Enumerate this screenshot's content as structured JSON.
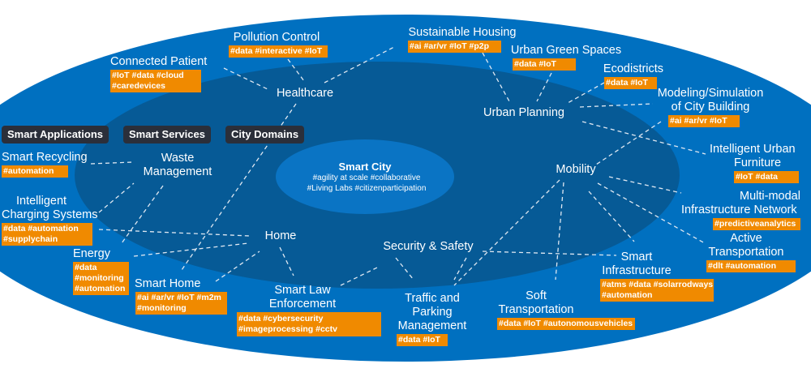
{
  "colors": {
    "outer": "#0070c0",
    "inner": "#065a96",
    "core": "#0a74c4",
    "tag": "#f08a00",
    "pill": "#2b2f3a"
  },
  "pills": {
    "partial": "Smart Applications",
    "services": "Smart Services",
    "domains": "City Domains"
  },
  "core": {
    "title": "Smart City",
    "tags1": "#agility at scale #collaborative",
    "tags2": "#Living Labs #citizenparticipation"
  },
  "domains": {
    "healthcare": "Healthcare",
    "urban_planning": "Urban Planning",
    "waste": [
      "Waste",
      "Management"
    ],
    "mobility": "Mobility",
    "home": "Home",
    "security": "Security & Safety"
  },
  "services": {
    "pollution": {
      "name": "Pollution Control",
      "tags": [
        "#data #interactive #IoT"
      ]
    },
    "housing": {
      "name": "Sustainable Housing",
      "tags": [
        "#ai #ar/vr #IoT #p2p"
      ]
    },
    "green": {
      "name": "Urban Green Spaces",
      "tags": [
        "#data #IoT"
      ]
    },
    "patient": {
      "name": "Connected Patient",
      "tags": [
        "#IoT #data #cloud",
        "#caredevices"
      ]
    },
    "ecodistricts": {
      "name": "Ecodistricts",
      "tags": [
        "#data #IoT"
      ]
    },
    "modeling": {
      "name": [
        "Modeling/Simulation",
        "of City Building"
      ],
      "tags": [
        "#ai #ar/vr #IoT"
      ]
    },
    "recycling": {
      "name": "Smart Recycling",
      "tags": [
        "#automation"
      ]
    },
    "charging": {
      "name": [
        "Intelligent",
        "Charging Systems"
      ],
      "tags": [
        "#data #automation",
        "#supplychain"
      ]
    },
    "furniture": {
      "name": [
        "Intelligent Urban",
        "Furniture"
      ],
      "tags": [
        "#IoT #data"
      ]
    },
    "multimodal": {
      "name": [
        "Multi-modal",
        "Infrastructure Network"
      ],
      "tags": [
        "#predictiveanalytics"
      ]
    },
    "energy": {
      "name": "Energy",
      "tags": [
        "#data",
        "#monitoring",
        "#automation"
      ]
    },
    "active": {
      "name": [
        "Active",
        "Transportation"
      ],
      "tags": [
        "#dlt #automation"
      ]
    },
    "infrastructure": {
      "name": [
        "Smart",
        "Infrastructure"
      ],
      "tags": [
        "#atms #data #solarrodways",
        "#automation"
      ]
    },
    "smarthome": {
      "name": "Smart Home",
      "tags": [
        "#ai #ar/vr #IoT #m2m",
        "#monitoring"
      ]
    },
    "law": {
      "name": [
        "Smart Law",
        "Enforcement"
      ],
      "tags": [
        "#data #cybersecurity",
        "#imageprocessing #cctv"
      ]
    },
    "traffic": {
      "name": [
        "Traffic and",
        "Parking",
        "Management"
      ],
      "tags": [
        "#data #IoT"
      ]
    },
    "soft": {
      "name": [
        "Soft",
        "Transportation"
      ],
      "tags": [
        "#data #IoT #autonomousvehicles"
      ]
    }
  }
}
